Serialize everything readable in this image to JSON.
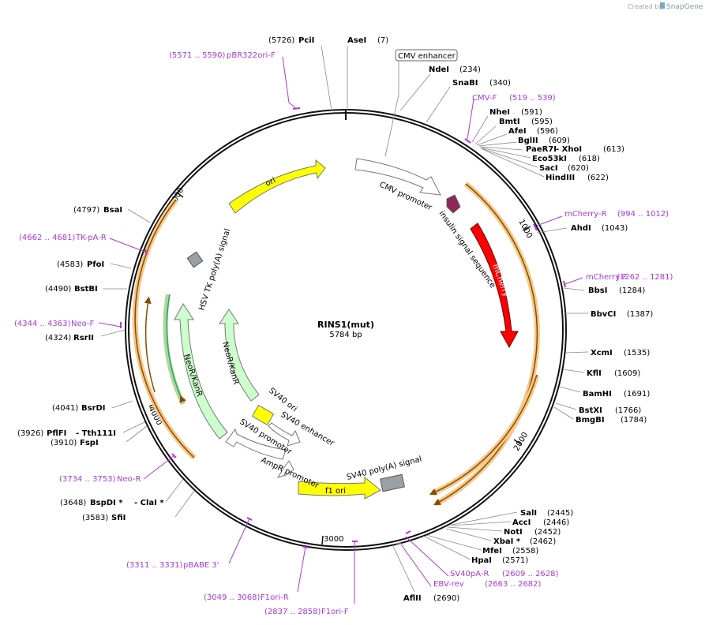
{
  "credit": {
    "text": "Created by",
    "brand": "SnapGene"
  },
  "plasmid": {
    "name": "RINS1(mut)",
    "size": "5784 bp"
  },
  "ticks": [
    "1000",
    "2000",
    "3000",
    "4000",
    "5000"
  ],
  "features": {
    "cmv_enhancer": "CMV enhancer",
    "cmv_promoter": "CMV promoter",
    "insulin": "insulin signal sequence",
    "mcherry": "mCherry",
    "sv40_polya": "SV40 poly(A) signal",
    "f1_ori": "f1 ori",
    "ampr_promoter": "AmpR promoter",
    "sv40_promoter": "SV40 promoter",
    "sv40_enhancer": "SV40 enhancer",
    "sv40_ori": "SV40 ori",
    "neor_inner": "NeoR/KanR",
    "neor_outer": "NeoR/KanR",
    "hsv_tk": "HSV TK poly(A) signal",
    "ori": "ori"
  },
  "sites_right": [
    {
      "name": "AseI",
      "pos": "(7)"
    },
    {
      "name": "NdeI",
      "pos": "(234)"
    },
    {
      "name": "SnaBI",
      "pos": "(340)"
    },
    {
      "name": "NheI",
      "pos": "(591)"
    },
    {
      "name": "BmtI",
      "pos": "(595)"
    },
    {
      "name": "AfeI",
      "pos": "(596)"
    },
    {
      "name": "BglII",
      "pos": "(609)"
    },
    {
      "name": "PaeR7I",
      "pos": ""
    },
    {
      "name": "- XhoI",
      "pos": "(613)"
    },
    {
      "name": "Eco53kI",
      "pos": "(618)"
    },
    {
      "name": "SacI",
      "pos": "(620)"
    },
    {
      "name": "HindIII",
      "pos": "(622)"
    },
    {
      "name": "AhdI",
      "pos": "(1043)"
    },
    {
      "name": "BbsI",
      "pos": "(1284)"
    },
    {
      "name": "BbvCI",
      "pos": "(1387)"
    },
    {
      "name": "XcmI",
      "pos": "(1535)"
    },
    {
      "name": "KflI",
      "pos": "(1609)"
    },
    {
      "name": "BamHI",
      "pos": "(1691)"
    },
    {
      "name": "BstXI",
      "pos": "(1766)"
    },
    {
      "name": "BmgBI",
      "pos": "(1784)"
    },
    {
      "name": "SalI",
      "pos": "(2445)"
    },
    {
      "name": "AccI",
      "pos": "(2446)"
    },
    {
      "name": "NotI",
      "pos": "(2452)"
    },
    {
      "name": "XbaI *",
      "pos": "(2462)"
    },
    {
      "name": "MfeI",
      "pos": "(2558)"
    },
    {
      "name": "HpaI",
      "pos": "(2571)"
    },
    {
      "name": "AflII",
      "pos": "(2690)"
    }
  ],
  "sites_left": [
    {
      "name": "PciI",
      "pos": "(5726)"
    },
    {
      "name": "BsaI",
      "pos": "(4797)"
    },
    {
      "name": "PfoI",
      "pos": "(4583)"
    },
    {
      "name": "BstBI",
      "pos": "(4490)"
    },
    {
      "name": "RsrII",
      "pos": "(4324)"
    },
    {
      "name": "BsrDI",
      "pos": "(4041)"
    },
    {
      "name": "PflFI",
      "pos": "(3926)"
    },
    {
      "name": "- Tth111I",
      "pos": ""
    },
    {
      "name": "FspI",
      "pos": "(3910)"
    },
    {
      "name": "BspDI *",
      "pos": "(3648)"
    },
    {
      "name": "- ClaI *",
      "pos": ""
    },
    {
      "name": "SfiI",
      "pos": "(3583)"
    }
  ],
  "primers": [
    {
      "name": "pBR322ori-F",
      "pos": "(5571 .. 5590)"
    },
    {
      "name": "CMV-F",
      "pos": "(519 .. 539)"
    },
    {
      "name": "mCherry-R",
      "pos": "(994 .. 1012)"
    },
    {
      "name": "mCherry-F",
      "pos": "(1262 .. 1281)"
    },
    {
      "name": "SV40pA-R",
      "pos": "(2609 .. 2628)"
    },
    {
      "name": "EBV-rev",
      "pos": "(2663 .. 2682)"
    },
    {
      "name": "F1ori-F",
      "pos": "(2837 .. 2858)"
    },
    {
      "name": "F1ori-R",
      "pos": "(3049 .. 3068)"
    },
    {
      "name": "pBABE 3'",
      "pos": "(3311 .. 3331)"
    },
    {
      "name": "Neo-R",
      "pos": "(3734 .. 3753)"
    },
    {
      "name": "Neo-F",
      "pos": "(4344 .. 4363)"
    },
    {
      "name": "TK-pA-R",
      "pos": "(4662 .. 4681)"
    }
  ]
}
